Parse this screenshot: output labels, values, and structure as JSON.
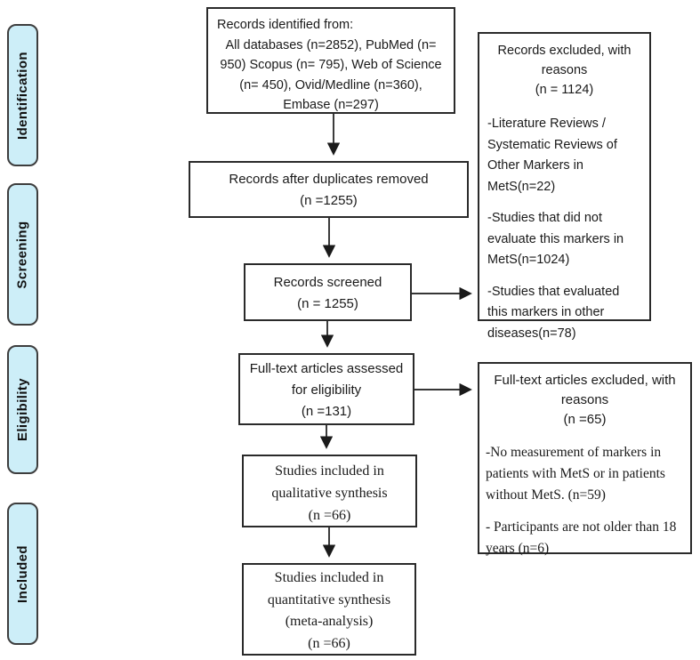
{
  "diagram": {
    "type": "prisma-flowchart",
    "colors": {
      "background": "#ffffff",
      "stage_fill": "#cdeef8",
      "stage_border": "#3d3d3d",
      "box_border": "#2a2a2a",
      "arrow": "#1a1a1a",
      "text": "#111111"
    },
    "stages": [
      {
        "label": "Identification"
      },
      {
        "label": "Screening"
      },
      {
        "label": "Eligibility"
      },
      {
        "label": "Included"
      }
    ],
    "boxes": {
      "identified": {
        "lines": [
          "Records identified from:",
          "All databases (n=2852), PubMed (n=",
          "950) Scopus (n= 795), Web of Science",
          "(n= 450), Ovid/Medline (n=360),",
          "Embase (n=297)"
        ]
      },
      "duplicates_removed": {
        "lines": [
          "Records after duplicates removed",
          "(n =1255)"
        ]
      },
      "screened": {
        "lines": [
          "Records screened",
          "(n = 1255)"
        ]
      },
      "fulltext_assessed": {
        "lines": [
          "Full-text articles assessed",
          "for eligibility",
          "(n =131)"
        ]
      },
      "qualitative": {
        "lines": [
          "Studies included in",
          "qualitative synthesis",
          "(n =66)"
        ]
      },
      "quantitative": {
        "lines": [
          "Studies included in",
          "quantitative synthesis",
          "(meta-analysis)",
          "(n =66)"
        ]
      },
      "records_excluded": {
        "heading_lines": [
          "Records excluded, with",
          "reasons",
          "(n = 1124)"
        ],
        "items": [
          "-Literature Reviews / Systematic Reviews of Other Markers in MetS(n=22)",
          "-Studies that did not evaluate  this markers in MetS(n=1024)",
          "-Studies that evaluated this markers in other diseases(n=78)"
        ]
      },
      "fulltext_excluded": {
        "heading_lines": [
          "Full-text articles excluded, with",
          "reasons",
          "(n =65)"
        ],
        "items": [
          "-No measurement of markers in patients with MetS or in patients without MetS. (n=59)",
          "- Participants are not older than 18 years (n=6)"
        ]
      }
    }
  }
}
